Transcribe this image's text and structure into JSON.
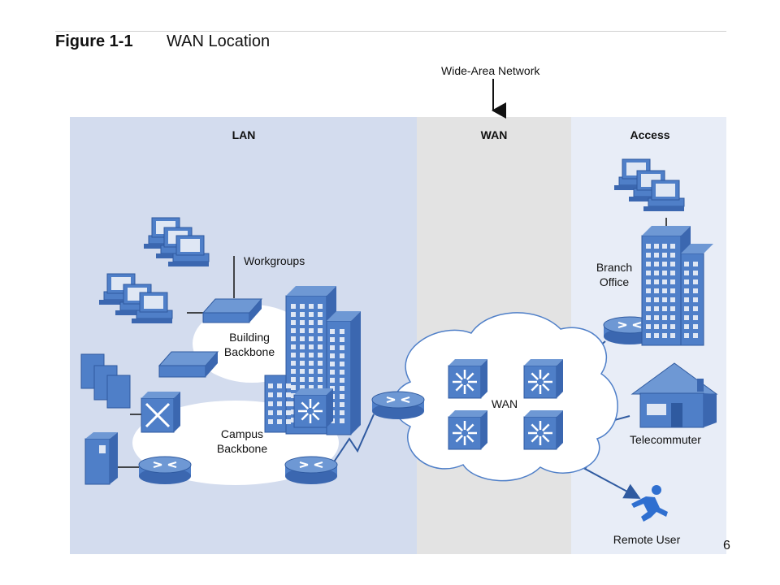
{
  "figure": {
    "number": "Figure 1-1",
    "title": "WAN Location"
  },
  "callout": "Wide-Area Network",
  "sections": {
    "lan": "LAN",
    "wan": "WAN",
    "access": "Access"
  },
  "labels": {
    "workgroups": "Workgroups",
    "building_backbone": "Building\nBackbone",
    "campus_backbone": "Campus\nBackbone",
    "wan_cloud": "WAN",
    "branch_office": "Branch\nOffice",
    "telecommuter": "Telecommuter",
    "remote_user": "Remote User"
  },
  "page_number": "6",
  "colors": {
    "lan_bg": "#d3dcee",
    "wan_bg": "#e3e3e3",
    "access_bg": "#e8edf7",
    "device_blue": "#4f7fc8",
    "device_dark": "#2f5aa0"
  }
}
